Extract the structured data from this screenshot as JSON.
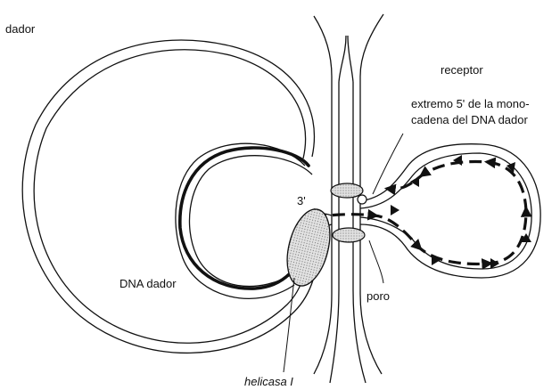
{
  "labels": {
    "dador": "dador",
    "receptor": "receptor",
    "extremo_line1": "extremo 5' de la mono-",
    "extremo_line2": "cadena del DNA dador",
    "three_prime": "3'",
    "dna_dador": "DNA dador",
    "poro": "poro",
    "helicasa": "helicasa I"
  },
  "colors": {
    "line": "#111111",
    "background": "#ffffff",
    "helicase_fill": "#c8c8c8",
    "pore_fill": "#d4d4d4"
  }
}
